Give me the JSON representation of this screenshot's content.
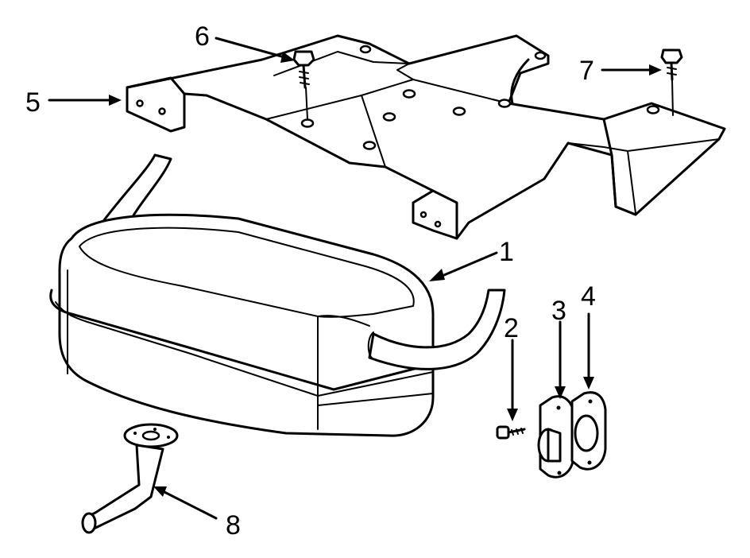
{
  "callouts": {
    "muffler": "1",
    "screw": "2",
    "gasket_a": "3",
    "gasket_b": "4",
    "bracket": "5",
    "bolt_left": "6",
    "bolt_right": "7",
    "tailpipe": "8"
  }
}
